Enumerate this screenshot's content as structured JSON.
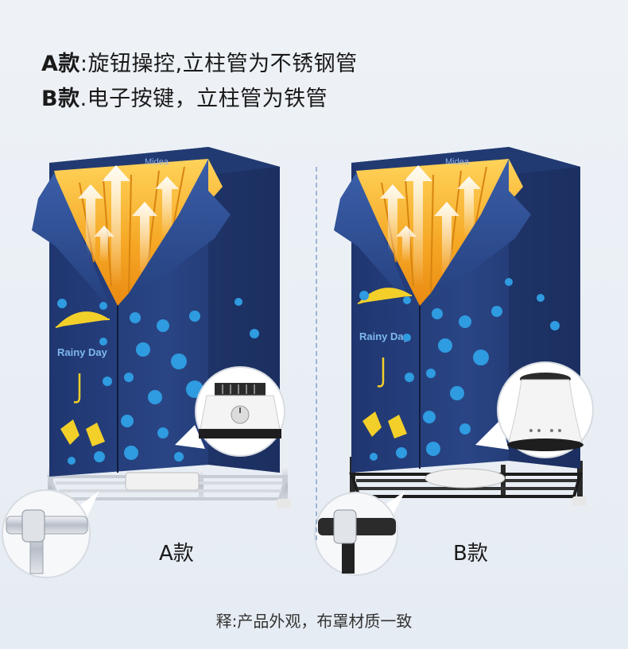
{
  "headline": {
    "line1_tag": "A款",
    "line1_text": ":旋钮操控,立柱管为不锈钢管",
    "line2_tag": "B款",
    "line2_text": ".电子按键，立柱管为铁管"
  },
  "models": {
    "a": {
      "label": "A款",
      "brand": "Midea",
      "print": "Rainy Day"
    },
    "b": {
      "label": "B款",
      "brand": "Midea",
      "print": "Rainy Day"
    }
  },
  "footnote": "释:产品外观，布罩材质一致",
  "colors": {
    "cover_navy": "#253e78",
    "cover_dark": "#1b2f60",
    "dot_blue": "#2f9be0",
    "umbrella_yellow": "#f3cf2a",
    "clothes_orange": "#f5a623",
    "rack_steel": "#c9ced6",
    "b_rail_black": "#2a2a2a"
  }
}
